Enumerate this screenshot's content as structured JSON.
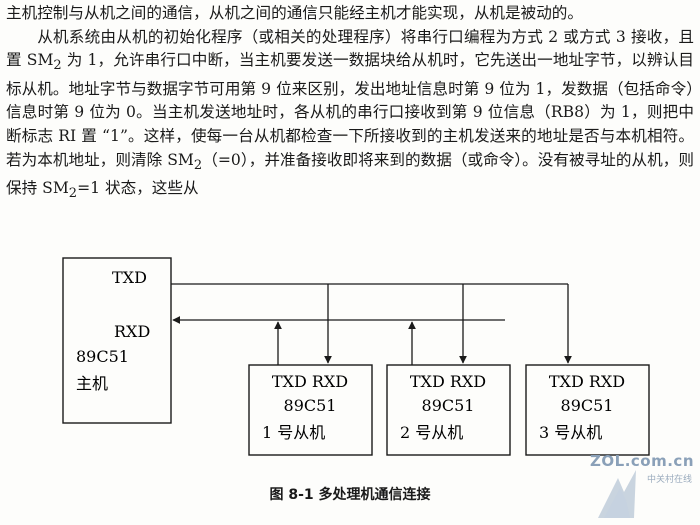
{
  "text": {
    "line0": "主机控制与从机之间的通信，从机之间的通信只能经主机才能实现，从机是被动的。",
    "para_a": "从机系统由从机的初始化程序（或相关的处理程序）将串行口编程为方式 2 或方式 3 接收，且置 SM",
    "sub1": "2",
    "para_b": " 为 1，允许串行口中断，当主机要发送一数据块给从机时，它先送出一地址字节，以辨认目标从机。地址字节与数据字节可用第 9 位来区别，发出地址信息时第 9 位为 1，发数据（包括命令）信息时第 9 位为 0。当主机发送地址时，各从机的串行口接收到第 9 位信息（RB8）为 1，则把中断标志 RI 置 “1”。这样，使每一台从机都检查一下所接收到的主机发送来的地址是否与本机相符。若为本机地址，则清除 SM",
    "sub2": "2",
    "para_c": "（=0），并准备接收即将来到的数据（或命令）。没有被寻址的从机，则保持 SM",
    "sub3": "2",
    "para_d": "=1 状态，这些从"
  },
  "diagram": {
    "master": {
      "txd": "TXD",
      "rxd": "RXD",
      "chip": "89C51",
      "name": "主机"
    },
    "slaves": [
      {
        "ports": "TXD RXD",
        "chip": "89C51",
        "name": "1 号从机"
      },
      {
        "ports": "TXD RXD",
        "chip": "89C51",
        "name": "2 号从机"
      },
      {
        "ports": "TXD RXD",
        "chip": "89C51",
        "name": "3 号从机"
      }
    ]
  },
  "caption": "图 8-1  多处理机通信连接",
  "watermark": {
    "site": "ZOL.com.cn",
    "sub": "中关村在线"
  }
}
